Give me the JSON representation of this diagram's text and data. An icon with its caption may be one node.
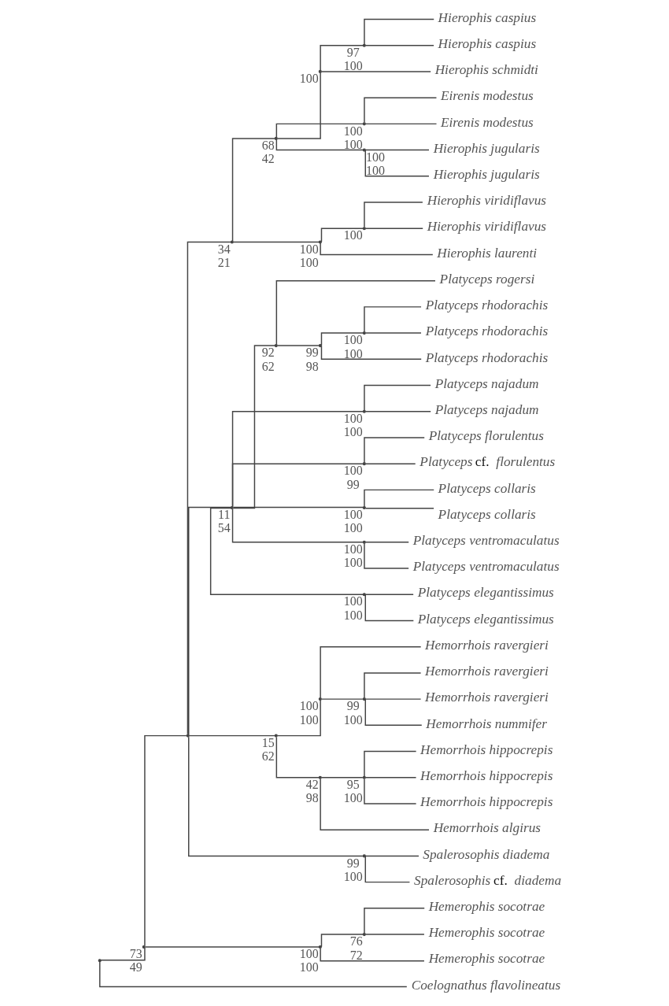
{
  "diagram": {
    "nodes": [
      {
        "text": [],
        "shape": "point"
      },
      {
        "text": [],
        "shape": "point",
        "beside": [
          "73",
          "49"
        ]
      },
      {
        "text": [],
        "shape": "point"
      },
      {
        "text": [],
        "shape": "point",
        "beside": [
          "34",
          "21"
        ]
      },
      {
        "text": [],
        "shape": "point",
        "beside": [
          "68",
          "42"
        ]
      },
      {
        "text": [],
        "shape": "point",
        "beside": [
          "100"
        ]
      },
      {
        "text": [],
        "shape": "point",
        "beside": [
          "97",
          "100"
        ]
      },
      {
        "text": [
          "Hierophis caspius"
        ]
      },
      {
        "text": [
          "Hierophis caspius"
        ]
      },
      {
        "text": [
          "Hierophis schmidti"
        ]
      },
      {
        "text": [],
        "shape": "point",
        "beside": [
          "100",
          "100"
        ]
      },
      {
        "text": [
          "Eirenis modestus"
        ]
      },
      {
        "text": [
          "Eirenis modestus"
        ]
      },
      {
        "text": [],
        "shape": "point",
        "beside": [
          "100",
          "100"
        ]
      },
      {
        "text": [
          "Hierophis jugularis"
        ]
      },
      {
        "text": [
          "Hierophis jugularis"
        ]
      },
      {
        "text": [],
        "shape": "point",
        "beside": [
          "100",
          "100"
        ]
      },
      {
        "text": [],
        "shape": "point",
        "beside": [
          "100"
        ]
      },
      {
        "text": [
          "Hierophis viridiflavus"
        ]
      },
      {
        "text": [
          "Hierophis viridiflavus"
        ]
      },
      {
        "text": [
          "Hierophis laurenti"
        ]
      },
      {
        "text": [],
        "shape": "point",
        "beside": [
          "11",
          "54"
        ]
      },
      {
        "text": [],
        "shape": "point",
        "beside": [
          "92",
          "62"
        ]
      },
      {
        "text": [
          "Platyceps rogersi"
        ]
      },
      {
        "text": [],
        "shape": "point",
        "beside": [
          "99",
          "98"
        ]
      },
      {
        "text": [],
        "shape": "point",
        "beside": [
          "100",
          "100"
        ]
      },
      {
        "text": [
          "Platyceps rhodorachis"
        ]
      },
      {
        "text": [
          "Platyceps rhodorachis"
        ]
      },
      {
        "text": [
          "Platyceps rhodorachis"
        ]
      },
      {
        "text": [],
        "shape": "point",
        "beside": [
          "100",
          "100"
        ]
      },
      {
        "text": [
          "Platyceps najadum"
        ]
      },
      {
        "text": [
          "Platyceps najadum"
        ]
      },
      {
        "text": [],
        "shape": "point",
        "beside": [
          "100",
          "99"
        ]
      },
      {
        "text": [
          "Platyceps florulentus"
        ]
      },
      {
        "text": [
          "*Platyceps* cf. *florulentus*"
        ]
      },
      {
        "text": [],
        "shape": "point",
        "beside": [
          "100",
          "100"
        ]
      },
      {
        "text": [
          "Platyceps collaris"
        ]
      },
      {
        "text": [
          "Platyceps collaris"
        ]
      },
      {
        "text": [],
        "shape": "point",
        "beside": [
          "100",
          "100"
        ]
      },
      {
        "text": [
          "Platyceps ventromaculatus"
        ]
      },
      {
        "text": [
          "Platyceps ventromaculatus"
        ]
      },
      {
        "text": [],
        "shape": "point",
        "beside": [
          "100",
          "100"
        ]
      },
      {
        "text": [
          "Platyceps elegantissimus"
        ]
      },
      {
        "text": [
          "Platyceps elegantissimus"
        ]
      },
      {
        "text": [],
        "shape": "point",
        "beside": [
          "15",
          "62"
        ]
      },
      {
        "text": [],
        "shape": "point",
        "beside": [
          "100",
          "100"
        ]
      },
      {
        "text": [
          "Hemorrhois ravergieri"
        ]
      },
      {
        "text": [],
        "shape": "point",
        "beside": [
          "99",
          "100"
        ]
      },
      {
        "text": [
          "Hemorrhois ravergieri"
        ]
      },
      {
        "text": [
          "Hemorrhois ravergieri"
        ]
      },
      {
        "text": [
          "Hemorrhois nummifer"
        ]
      },
      {
        "text": [],
        "shape": "point",
        "beside": [
          "42",
          "98"
        ]
      },
      {
        "text": [],
        "shape": "point",
        "beside": [
          "95",
          "100"
        ]
      },
      {
        "text": [
          "Hemorrhois hippocrepis"
        ]
      },
      {
        "text": [
          "Hemorrhois hippocrepis"
        ]
      },
      {
        "text": [
          "Hemorrhois hippocrepis"
        ]
      },
      {
        "text": [
          "Hemorrhois algirus"
        ]
      },
      {
        "text": [],
        "shape": "point",
        "beside": [
          "99",
          "100"
        ]
      },
      {
        "text": [
          "Spalerosophis diadema"
        ]
      },
      {
        "text": [
          "*Spalerosophis* cf. *diadema*"
        ]
      },
      {
        "text": [],
        "shape": "point",
        "beside": [
          "100",
          "100"
        ]
      },
      {
        "text": [],
        "shape": "point",
        "beside": [
          "76",
          "72"
        ]
      },
      {
        "text": [
          "Hemerophis socotrae"
        ]
      },
      {
        "text": [
          "Hemerophis socotrae"
        ]
      },
      {
        "text": [
          "Hemerophis socotrae"
        ]
      },
      {
        "text": [
          "Coelognathus flavolineatus"
        ]
      }
    ],
    "edges": [
      {
        "from": 0,
        "to": 1,
        "arrow": "none"
      },
      {
        "from": 0,
        "to": 65,
        "arrow": "none"
      },
      {
        "from": 1,
        "to": 2,
        "arrow": "none"
      },
      {
        "from": 1,
        "to": 60,
        "arrow": "none"
      },
      {
        "from": 2,
        "to": 3,
        "arrow": "none"
      },
      {
        "from": 2,
        "to": 21,
        "arrow": "none"
      },
      {
        "from": 2,
        "to": 44,
        "arrow": "none"
      },
      {
        "from": 2,
        "to": 57,
        "arrow": "none"
      },
      {
        "from": 3,
        "to": 4,
        "arrow": "none"
      },
      {
        "from": 3,
        "to": 16,
        "arrow": "none"
      },
      {
        "from": 4,
        "to": 5,
        "arrow": "none"
      },
      {
        "from": 4,
        "to": 10,
        "arrow": "none"
      },
      {
        "from": 4,
        "to": 13,
        "arrow": "none"
      },
      {
        "from": 5,
        "to": 6,
        "arrow": "none"
      },
      {
        "from": 5,
        "to": 9,
        "arrow": "none"
      },
      {
        "from": 6,
        "to": 7,
        "arrow": "none"
      },
      {
        "from": 6,
        "to": 8,
        "arrow": "none"
      },
      {
        "from": 10,
        "to": 11,
        "arrow": "none"
      },
      {
        "from": 10,
        "to": 12,
        "arrow": "none"
      },
      {
        "from": 13,
        "to": 14,
        "arrow": "none"
      },
      {
        "from": 13,
        "to": 15,
        "arrow": "none"
      },
      {
        "from": 16,
        "to": 17,
        "arrow": "none"
      },
      {
        "from": 16,
        "to": 20,
        "arrow": "none"
      },
      {
        "from": 17,
        "to": 18,
        "arrow": "none"
      },
      {
        "from": 17,
        "to": 19,
        "arrow": "none"
      },
      {
        "from": 21,
        "to": 22,
        "arrow": "none"
      },
      {
        "from": 21,
        "to": 29,
        "arrow": "none"
      },
      {
        "from": 21,
        "to": 32,
        "arrow": "none"
      },
      {
        "from": 21,
        "to": 35,
        "arrow": "none"
      },
      {
        "from": 21,
        "to": 38,
        "arrow": "none"
      },
      {
        "from": 21,
        "to": 41,
        "arrow": "none"
      },
      {
        "from": 22,
        "to": 23,
        "arrow": "none"
      },
      {
        "from": 22,
        "to": 24,
        "arrow": "none"
      },
      {
        "from": 24,
        "to": 25,
        "arrow": "none"
      },
      {
        "from": 24,
        "to": 28,
        "arrow": "none"
      },
      {
        "from": 25,
        "to": 26,
        "arrow": "none"
      },
      {
        "from": 25,
        "to": 27,
        "arrow": "none"
      },
      {
        "from": 29,
        "to": 30,
        "arrow": "none"
      },
      {
        "from": 29,
        "to": 31,
        "arrow": "none"
      },
      {
        "from": 32,
        "to": 33,
        "arrow": "none"
      },
      {
        "from": 32,
        "to": 34,
        "arrow": "none"
      },
      {
        "from": 35,
        "to": 36,
        "arrow": "none"
      },
      {
        "from": 35,
        "to": 37,
        "arrow": "none"
      },
      {
        "from": 38,
        "to": 39,
        "arrow": "none"
      },
      {
        "from": 38,
        "to": 40,
        "arrow": "none"
      },
      {
        "from": 41,
        "to": 42,
        "arrow": "none"
      },
      {
        "from": 41,
        "to": 43,
        "arrow": "none"
      },
      {
        "from": 44,
        "to": 45,
        "arrow": "none"
      },
      {
        "from": 44,
        "to": 51,
        "arrow": "none"
      },
      {
        "from": 45,
        "to": 46,
        "arrow": "none"
      },
      {
        "from": 45,
        "to": 47,
        "arrow": "none"
      },
      {
        "from": 47,
        "to": 48,
        "arrow": "none"
      },
      {
        "from": 47,
        "to": 49,
        "arrow": "none"
      },
      {
        "from": 47,
        "to": 50,
        "arrow": "none"
      },
      {
        "from": 51,
        "to": 52,
        "arrow": "none"
      },
      {
        "from": 51,
        "to": 56,
        "arrow": "none"
      },
      {
        "from": 52,
        "to": 53,
        "arrow": "none"
      },
      {
        "from": 52,
        "to": 54,
        "arrow": "none"
      },
      {
        "from": 52,
        "to": 55,
        "arrow": "none"
      },
      {
        "from": 57,
        "to": 58,
        "arrow": "none"
      },
      {
        "from": 57,
        "to": 59,
        "arrow": "none"
      },
      {
        "from": 60,
        "to": 61,
        "arrow": "none"
      },
      {
        "from": 60,
        "to": 64,
        "arrow": "none"
      },
      {
        "from": 61,
        "to": 62,
        "arrow": "none"
      },
      {
        "from": 61,
        "to": 63,
        "arrow": "none"
      }
    ]
  }
}
